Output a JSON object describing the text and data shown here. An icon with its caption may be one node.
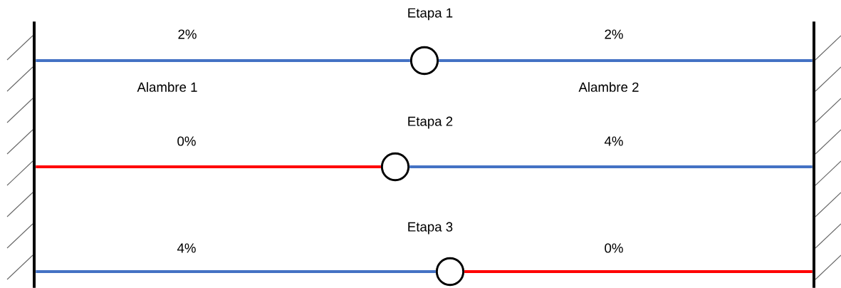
{
  "diagram": {
    "nodes": [
      {
        "text": [],
        "shape": "bar"
      },
      {
        "text": [],
        "shape": "bar"
      },
      {
        "text": [],
        "shape": "circle",
        "beside": [
          "Etapa 1"
        ]
      },
      {
        "text": [],
        "shape": "circle",
        "beside": [
          "Etapa 2"
        ]
      },
      {
        "text": [],
        "shape": "circle",
        "beside": [
          "Etapa 3"
        ]
      }
    ],
    "edges": [
      {
        "from": 0,
        "to": 2,
        "arrow": "none",
        "label": "2%"
      },
      {
        "from": 2,
        "to": 1,
        "arrow": "none",
        "label": "2%"
      },
      {
        "from": 0,
        "to": 3,
        "arrow": "none",
        "label": "0%",
        "color": "#ff0000"
      },
      {
        "from": 3,
        "to": 1,
        "arrow": "none",
        "label": "4%"
      },
      {
        "from": 0,
        "to": 4,
        "arrow": "none",
        "label": "4%"
      },
      {
        "from": 4,
        "to": 1,
        "arrow": "none",
        "label": "0%",
        "color": "#ff0000"
      }
    ],
    "labels": [
      "Alambre 1",
      "Alambre 2"
    ]
  }
}
